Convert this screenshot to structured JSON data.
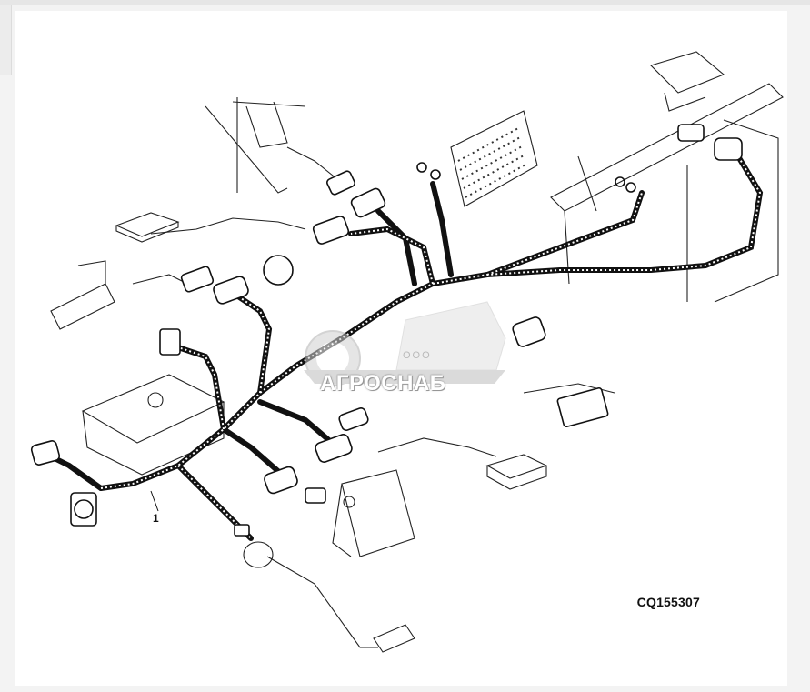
{
  "figure": {
    "code": "CQ155307",
    "callouts": [
      {
        "label": "1"
      }
    ]
  },
  "watermark": {
    "org": "ООО",
    "brand": "АГРОСНАБ"
  }
}
